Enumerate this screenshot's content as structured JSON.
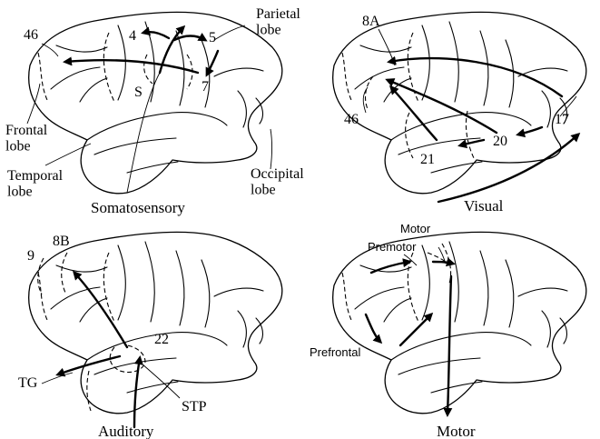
{
  "panels": [
    {
      "title": "Somatosensory",
      "labels": {
        "area46": "46",
        "area4": "4",
        "area5": "5",
        "area7": "7",
        "areaS": "S",
        "parietal": "Parietal\nlobe",
        "frontal": "Frontal\nlobe",
        "temporal": "Temporal\nlobe",
        "occipital": "Occipital\nlobe"
      }
    },
    {
      "title": "Visual",
      "labels": {
        "area8A": "8A",
        "area46": "46",
        "area17": "17",
        "area20": "20",
        "area21": "21"
      }
    },
    {
      "title": "Auditory",
      "labels": {
        "area9": "9",
        "area8B": "8B",
        "area22": "22",
        "TG": "TG",
        "STP": "STP"
      }
    },
    {
      "title": "Motor",
      "labels": {
        "premotor": "Premotor",
        "motor": "Motor",
        "prefrontal": "Prefrontal"
      }
    }
  ]
}
